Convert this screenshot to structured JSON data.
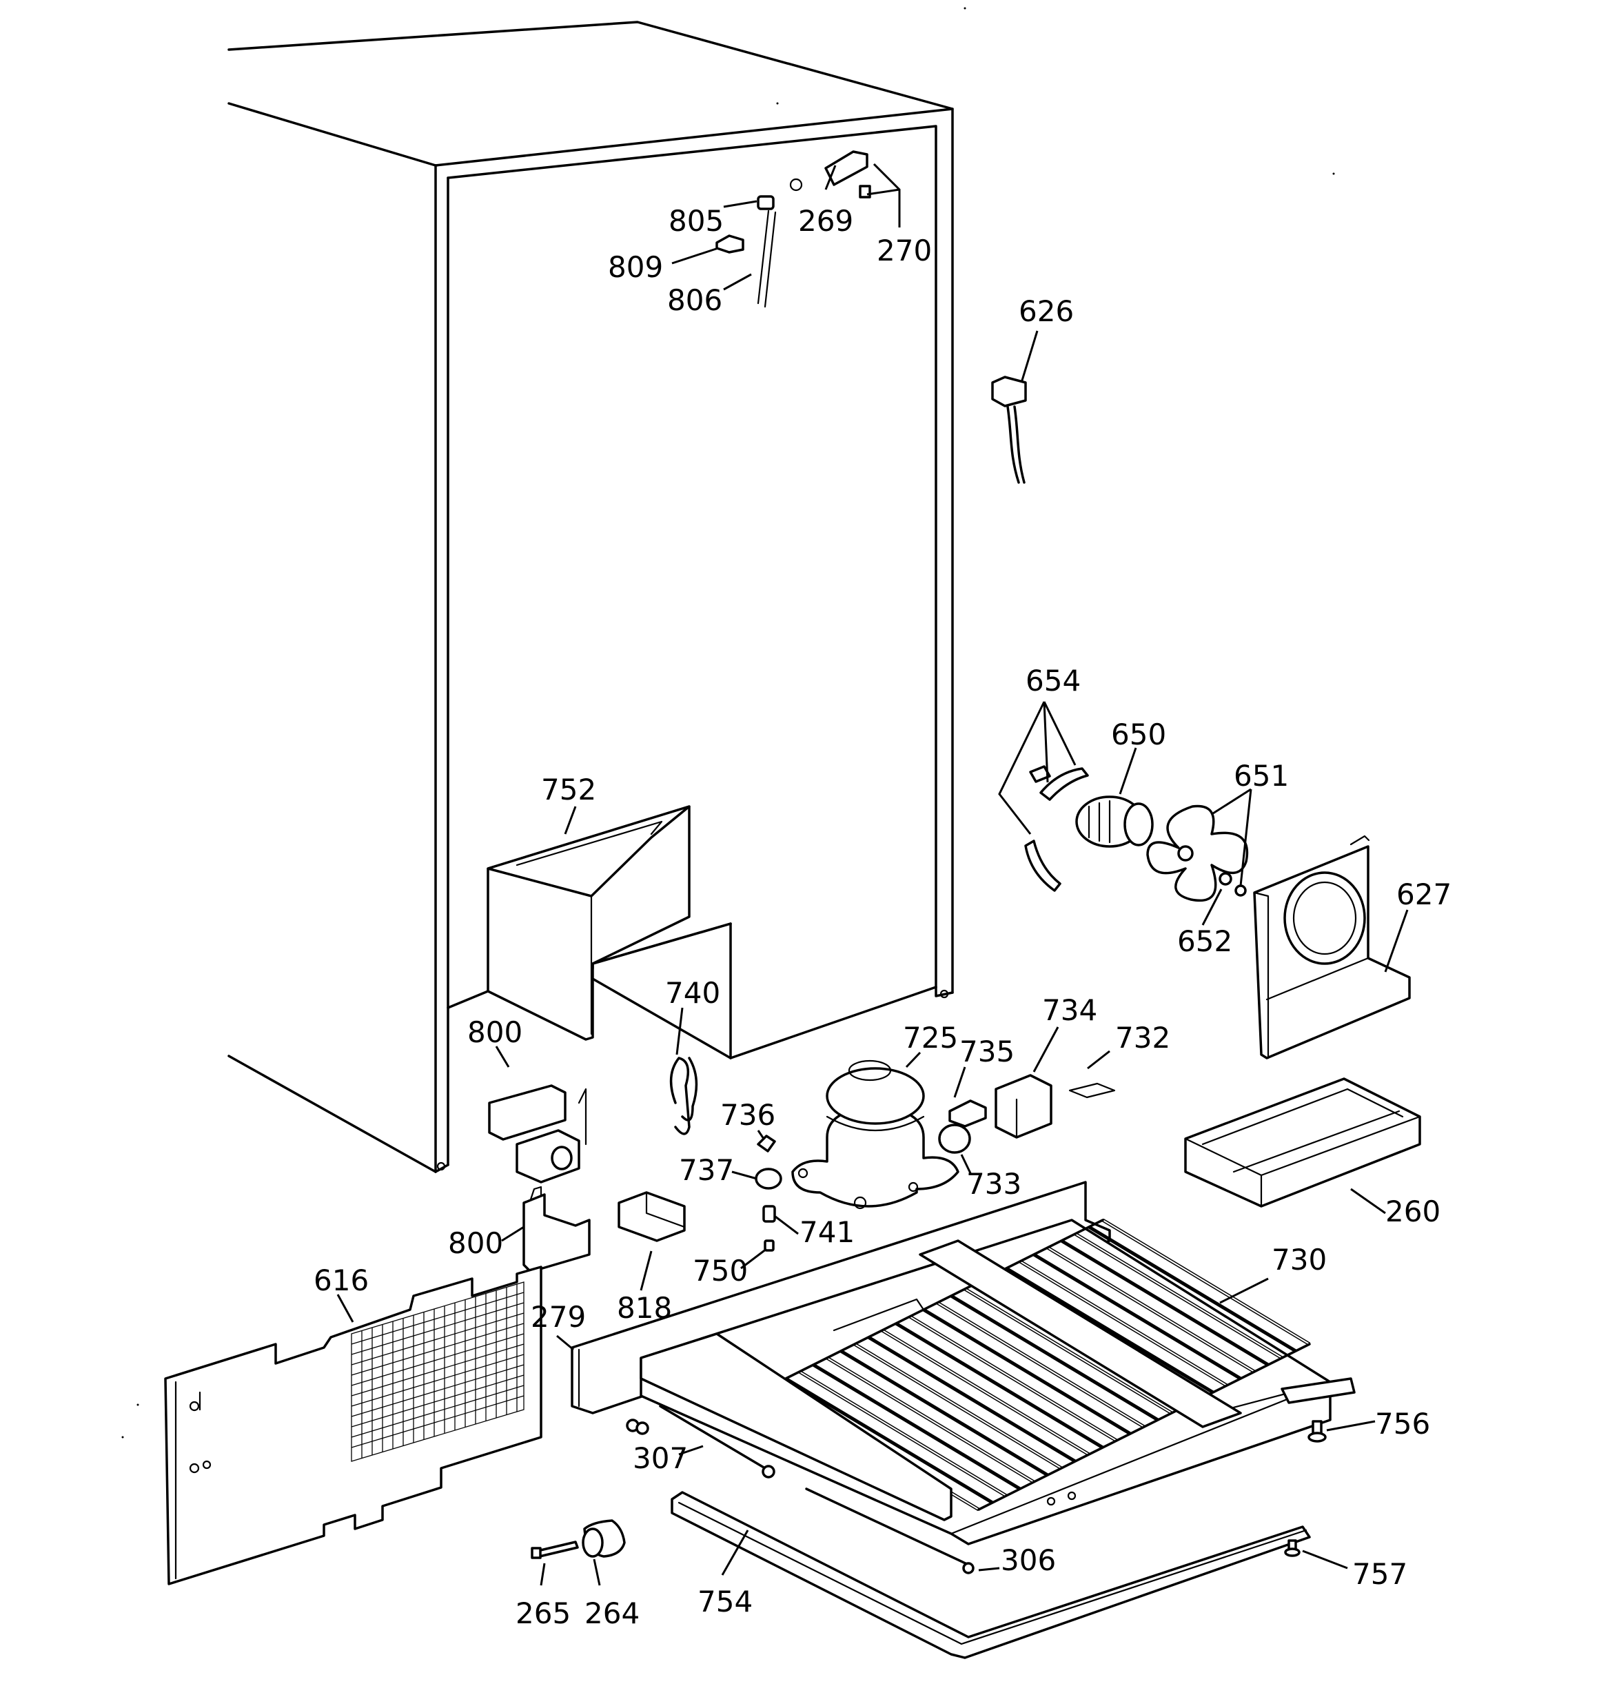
{
  "labels": {
    "l805": "805",
    "l269": "269",
    "l270": "270",
    "l809": "809",
    "l806": "806",
    "l626": "626",
    "l654": "654",
    "l650": "650",
    "l651": "651",
    "l752": "752",
    "l627": "627",
    "l652": "652",
    "l740": "740",
    "l734": "734",
    "l800a": "800",
    "l725": "725",
    "l735": "735",
    "l732": "732",
    "l736": "736",
    "l737": "737",
    "l733": "733",
    "l260": "260",
    "l741": "741",
    "l800b": "800",
    "l818": "818",
    "l750": "750",
    "l730": "730",
    "l616": "616",
    "l279": "279",
    "l756": "756",
    "l307": "307",
    "l306": "306",
    "l757": "757",
    "l265": "265",
    "l264": "264",
    "l754": "754"
  },
  "colors": {
    "line": "#000000",
    "background": "#ffffff"
  }
}
